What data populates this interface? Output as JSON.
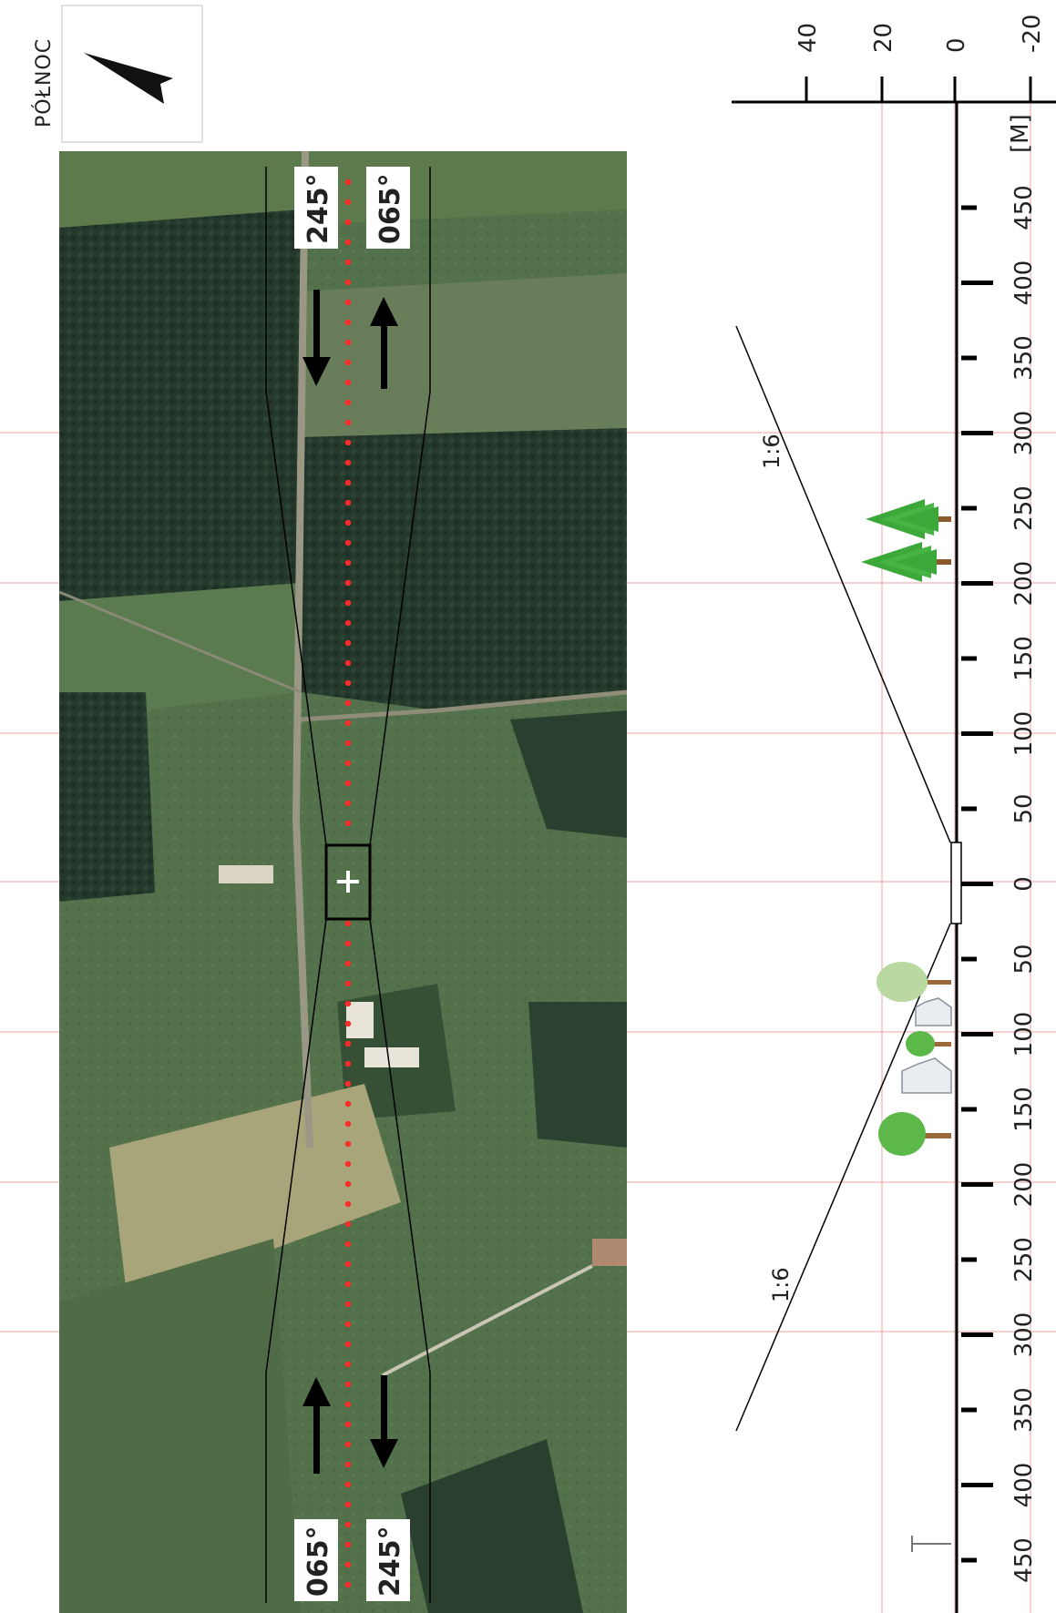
{
  "compass": {
    "label": "PÓŁNOC",
    "icon": "north-arrow-icon"
  },
  "runway_labels": {
    "top_left": "245°",
    "top_right": "065°",
    "bottom_left": "065°",
    "bottom_right": "245°"
  },
  "slope_labels": {
    "upper": "1:6",
    "lower": "1:6"
  },
  "height_axis": {
    "unit": "[M]",
    "ticks": [
      "40",
      "20",
      "0",
      "-20"
    ]
  },
  "distance_axis": {
    "ticks": [
      "450",
      "400",
      "350",
      "300",
      "250",
      "200",
      "150",
      "100",
      "50",
      "0",
      "50",
      "100",
      "150",
      "200",
      "250",
      "300",
      "350",
      "400",
      "450"
    ]
  },
  "colors": {
    "grid": "#e8a0a0",
    "centerline": "#ff2a2a",
    "tree_green": "#3da83a",
    "trunk": "#8a5a2a",
    "field_green": "#4d6b45",
    "forest": "#22382a"
  }
}
